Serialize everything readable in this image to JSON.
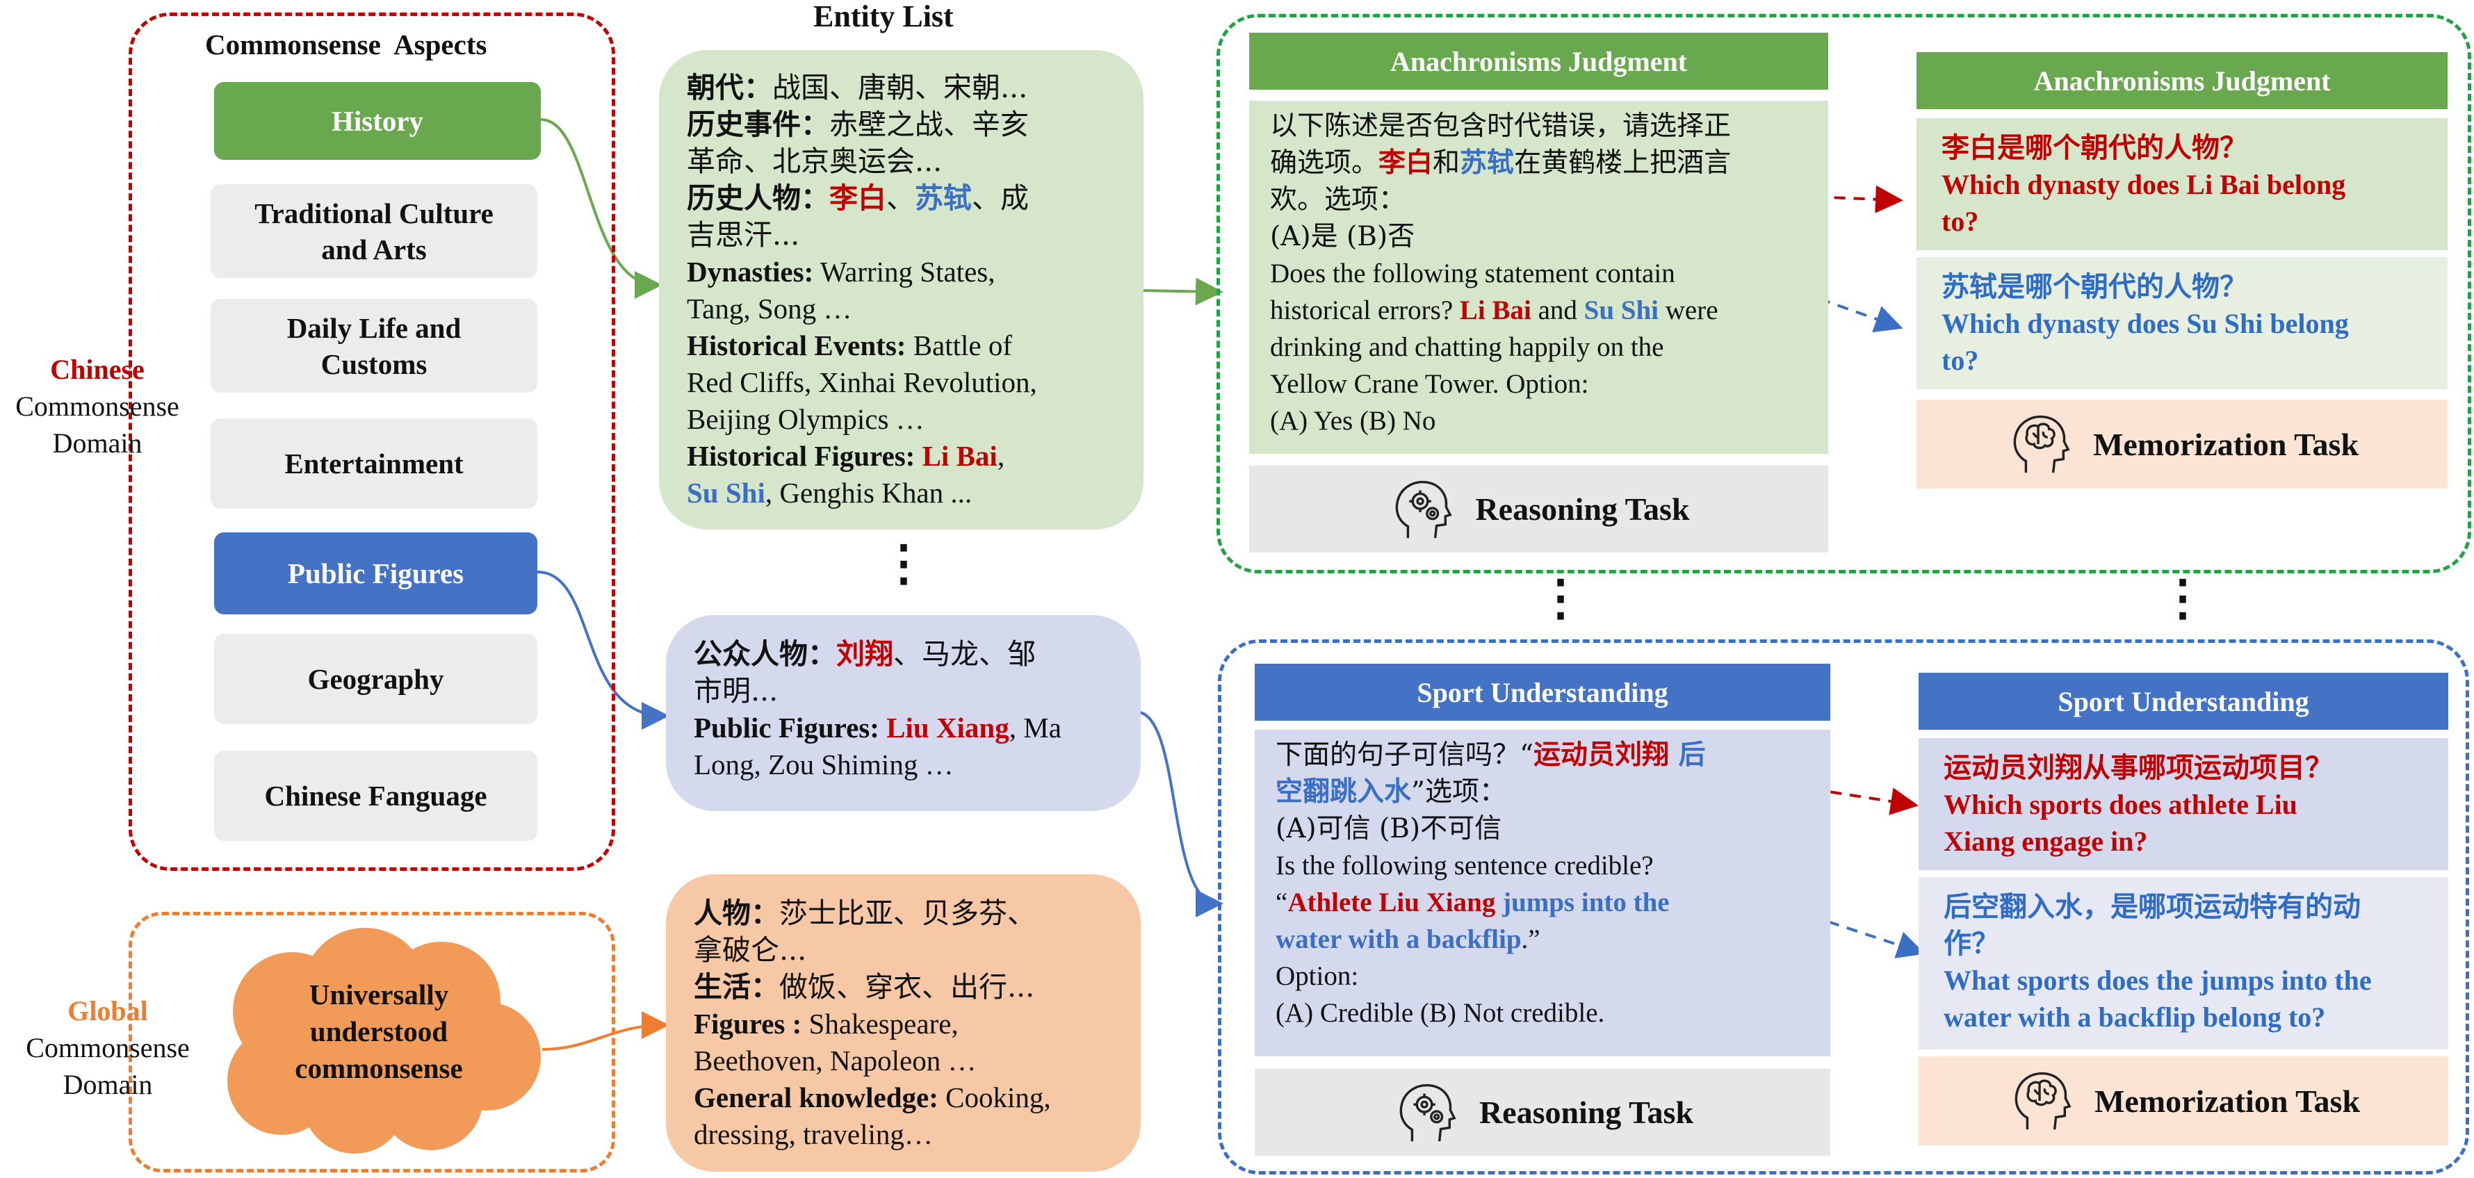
{
  "colors": {
    "red": "#c00000",
    "blue_text": "#3a6fc4",
    "green_header": "#6aa84f",
    "blue_header": "#4472c4",
    "green_bg": "#d5e6cb",
    "blue_bg": "#d5d9ee",
    "orange_bg": "#f7c8a6",
    "orange_cloud": "#f29b58",
    "gray_pill": "#ececec",
    "reasoning_bg": "#e7e7e7",
    "memorization_bg": "#fbe4d3"
  },
  "left": {
    "aspects_title": "Commonsense  Aspects",
    "chinese_domain": [
      "Chinese",
      "Commonsense",
      "Domain"
    ],
    "global_domain": [
      "Global",
      "Commonsense",
      "Domain"
    ],
    "aspects": [
      "History",
      "Traditional Culture and Arts",
      "Daily Life and Customs",
      "Entertainment",
      "Public Figures",
      "Geography",
      "Chinese Fanguage"
    ],
    "cloud_text": [
      "Universally",
      "understood",
      "commonsense"
    ]
  },
  "entity": {
    "title": "Entity List",
    "history": {
      "l1_label": "朝代：",
      "l1_text": "战国、唐朝、宋朝...",
      "l2_label": "历史事件：",
      "l2_text": "赤壁之战、辛亥",
      "l3_text": "革命、北京奥运会...",
      "l4_label": "历史人物：",
      "l4_red": "李白",
      "l4_sep": "、",
      "l4_blue": "苏轼",
      "l4_text": "、成",
      "l5_text": "吉思汗...",
      "l6_label": "Dynasties:",
      "l6_text": " Warring States,",
      "l7_text": "Tang, Song …",
      "l8_label": "Historical Events:",
      "l8_text": " Battle of",
      "l9_text": "Red Cliffs, Xinhai Revolution,",
      "l10_text": "Beijing Olympics …",
      "l11_label": "Historical Figures: ",
      "l11_red": "Li Bai",
      "l11_text": ",",
      "l12_blue": "Su Shi",
      "l12_text": ", Genghis Khan ..."
    },
    "public": {
      "l1_label": "公众人物：",
      "l1_red": "刘翔",
      "l1_text": "、马龙、邹",
      "l2_text": "市明...",
      "l3_label": "Public Figures: ",
      "l3_red": "Liu Xiang",
      "l3_text": ", Ma",
      "l4_text": "Long, Zou Shiming …"
    },
    "global": {
      "l1_label": "人物：",
      "l1_text": "莎士比亚、贝多芬、",
      "l2_text": "拿破仑...",
      "l3_label": "生活：",
      "l3_text": "做饭、穿衣、出行...",
      "l4_label": "Figures :",
      "l4_text": " Shakespeare,",
      "l5_text": "Beethoven, Napoleon …",
      "l6_label": "General knowledge:",
      "l6_text": " Cooking,",
      "l7_text": "dressing, traveling…"
    }
  },
  "anachronism": {
    "header": "Anachronisms Judgment",
    "zh1": "以下陈述是否包含时代错误，请选择正",
    "zh2_a": "确选项。",
    "zh2_red": "李白",
    "zh2_b": "和",
    "zh2_blue": "苏轼",
    "zh2_c": "在黄鹤楼上把酒言",
    "zh3": "欢。选项：",
    "zh4": "(A)是 (B)否",
    "en1": "Does the following statement contain",
    "en2_a": "historical errors? ",
    "en2_red": "Li Bai",
    "en2_b": " and ",
    "en2_blue": "Su Shi",
    "en2_c": " were",
    "en3": "drinking and chatting happily on the",
    "en4": "Yellow Crane Tower. Option:",
    "en5": "(A) Yes  (B) No",
    "task": "Reasoning Task",
    "mem_header": "Anachronisms Judgment",
    "q1_zh": "李白是哪个朝代的人物？",
    "q1_en1": "Which dynasty does Li Bai belong",
    "q1_en2": "to?",
    "q2_zh": "苏轼是哪个朝代的人物？",
    "q2_en1": "Which dynasty does Su Shi belong",
    "q2_en2": "to?",
    "mem_task": "Memorization Task"
  },
  "sport": {
    "header": "Sport Understanding",
    "zh1_a": "下面的句子可信吗？“",
    "zh1_red": "运动员刘翔 ",
    "zh1_blue": "后",
    "zh2_blue": "空翻跳入水",
    "zh2_b": "”选项：",
    "zh3": "(A)可信 (B)不可信",
    "en1": "Is the following sentence credible?",
    "en2_q": "“",
    "en2_red": "Athlete Liu Xiang",
    "en2_blue": " jumps into the",
    "en3_blue": "water with a backflip",
    "en3_b": ".”",
    "en4": "Option:",
    "en5": "(A) Credible  (B) Not credible.",
    "task": "Reasoning Task",
    "mem_header": "Sport Understanding",
    "q1_zh": "运动员刘翔从事哪项运动项目？",
    "q1_en1": "Which sports does athlete Liu",
    "q1_en2": "Xiang engage in?",
    "q2_zh1": "后空翻入水，是哪项运动特有的动",
    "q2_zh2": "作？",
    "q2_en1": "What sports does the jumps into the",
    "q2_en2": "water with a backflip belong to?",
    "mem_task": "Memorization Task"
  }
}
